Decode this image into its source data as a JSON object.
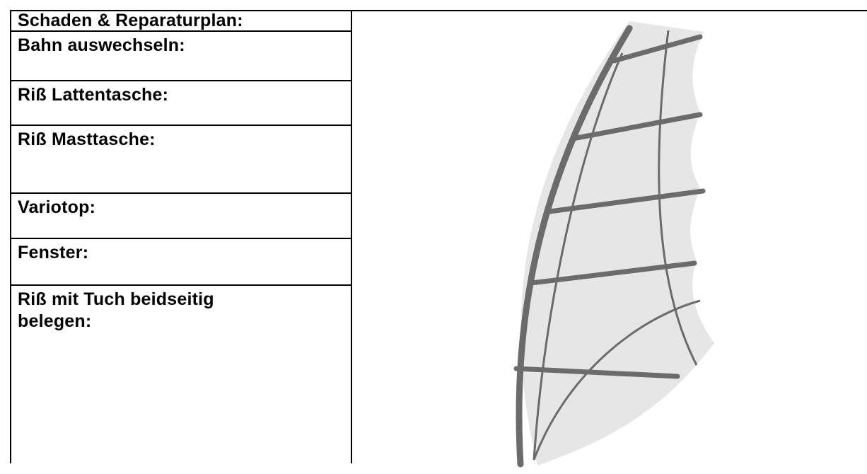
{
  "form": {
    "rows": [
      {
        "label": "Schaden & Reparaturplan:"
      },
      {
        "label": "Bahn auswechseln:"
      },
      {
        "label": "Riß Lattentasche:"
      },
      {
        "label": "Riß Masttasche:"
      },
      {
        "label": "Variotop:"
      },
      {
        "label": "Fenster:"
      },
      {
        "label": "Riß mit Tuch beidseitig belegen:"
      }
    ]
  },
  "illustration": {
    "subject": "sail-icon",
    "colors": {
      "sail_fill": "#e6e6e6",
      "frame": "#6b6b6b"
    }
  }
}
